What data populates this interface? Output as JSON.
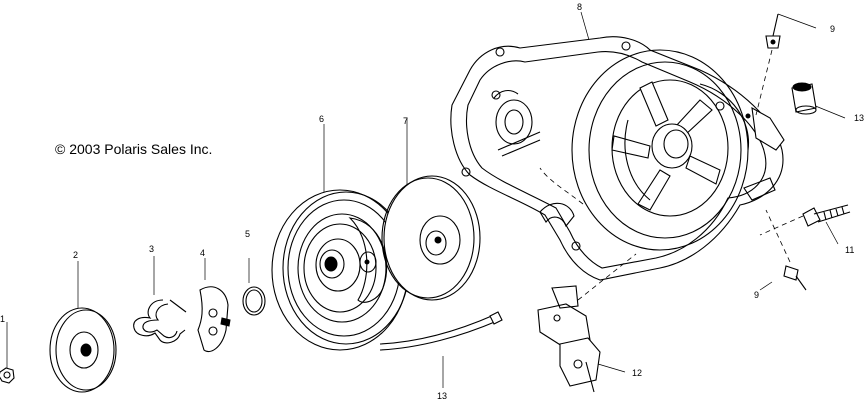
{
  "copyright": "© 2003 Polaris Sales Inc.",
  "callouts": [
    {
      "id": "1",
      "text": "1"
    },
    {
      "id": "2",
      "text": "2"
    },
    {
      "id": "3",
      "text": "3"
    },
    {
      "id": "4",
      "text": "4"
    },
    {
      "id": "5",
      "text": "5"
    },
    {
      "id": "6",
      "text": "6"
    },
    {
      "id": "7",
      "text": "7"
    },
    {
      "id": "8",
      "text": "8"
    },
    {
      "id": "9a",
      "text": "9"
    },
    {
      "id": "9b",
      "text": "9"
    },
    {
      "id": "11",
      "text": "11"
    },
    {
      "id": "12",
      "text": "12"
    },
    {
      "id": "13a",
      "text": "13"
    },
    {
      "id": "13b",
      "text": "13"
    }
  ]
}
